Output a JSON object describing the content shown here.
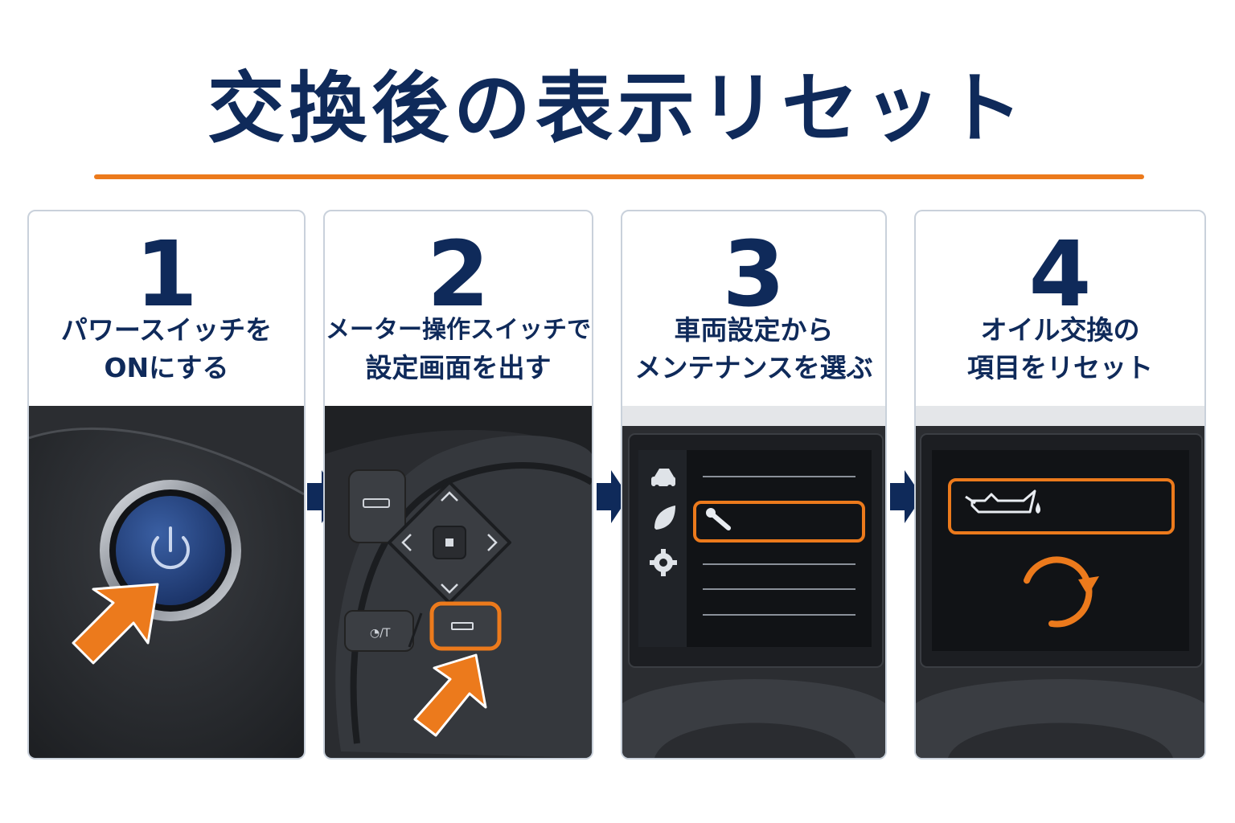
{
  "title": "交換後の表示リセット",
  "colors": {
    "navy": "#0f2a5a",
    "orange": "#ec7a1c",
    "button_blue": "#23427a",
    "panel_border": "#c9d1db",
    "dark_interior": "#26282b",
    "screen_bg": "#15181c"
  },
  "steps": [
    {
      "number": "1",
      "caption_line1": "パワースイッチを",
      "caption_line2": "ONにする",
      "icon": "power-icon"
    },
    {
      "number": "2",
      "caption_line1": "メーター操作スイッチで",
      "caption_line2": "設定画面を出す",
      "icon": "steering-switch-icon"
    },
    {
      "number": "3",
      "caption_line1": "車両設定から",
      "caption_line2": "メンテナンスを選ぶ",
      "icon": "wrench-icon"
    },
    {
      "number": "4",
      "caption_line1": "オイル交換の",
      "caption_line2": "項目をリセット",
      "icon": "oil-can-icon"
    }
  ]
}
